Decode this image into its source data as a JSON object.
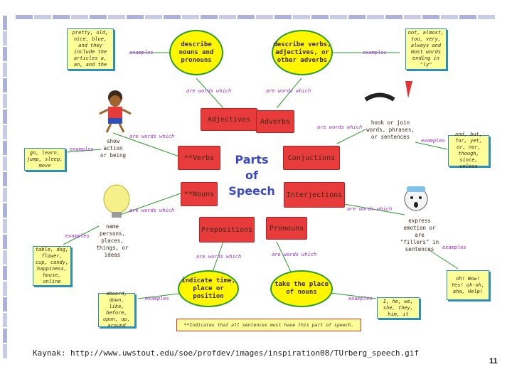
{
  "title": {
    "line1": "Parts",
    "line2": "of",
    "line3": "Speech"
  },
  "parts": {
    "adjectives": "Adjectives",
    "adverbs": "Adverbs",
    "verbs": "**Verbs",
    "conjunctions": "Conjuctions",
    "nouns": "**Nouns",
    "interjections": "Interjections",
    "prepositions": "Prepositions",
    "pronouns": "Pronouns"
  },
  "definitions": {
    "adjectives": "describe nouns and pronouns",
    "adverbs": "describe verbs, adjectives, or other adverbs",
    "prepositions": "indicate time, place or position",
    "pronouns": "take the place of nouns",
    "verbs": "show action or being",
    "conjunctions": "hook or join words, phrases, or sentences",
    "nouns": "name persons, places, things, or ideas",
    "interjections": "express emotion or are \"fillers\" in sentences"
  },
  "examples": {
    "adjectives": "pretty, old, nice, blue, and they include the articles a, an, and the",
    "adverbs": "not, almost, too, very, always and most words ending in \"ly\"",
    "verbs": "go, learn, jump, sleep, move",
    "conjunctions": "and, but, for, yet, or, nor, though, since, unless",
    "nouns": "table, dog, flower, cup, candy, happiness, house, online",
    "interjections": "oh! Wow! Yes! oh-oh, aha, Help!",
    "prepositions": "aboard, down, like, before, upon, up, around",
    "pronouns": "I, he, we, she, they, him, it"
  },
  "labels": {
    "are_words_which": "are words which",
    "examples": "examples"
  },
  "footnote": "**Indicates that all sentences must have this part of speech.",
  "citation": "Kaynak: http://www.uwstout.edu/soe/profdev/images/inspiration08/TUrberg_speech.gif",
  "page_number": "11",
  "colors": {
    "box": "#e83b3b",
    "oval": "#fff600",
    "note": "#ffff99",
    "label": "#9b2bd1",
    "title": "#3a48c8"
  }
}
